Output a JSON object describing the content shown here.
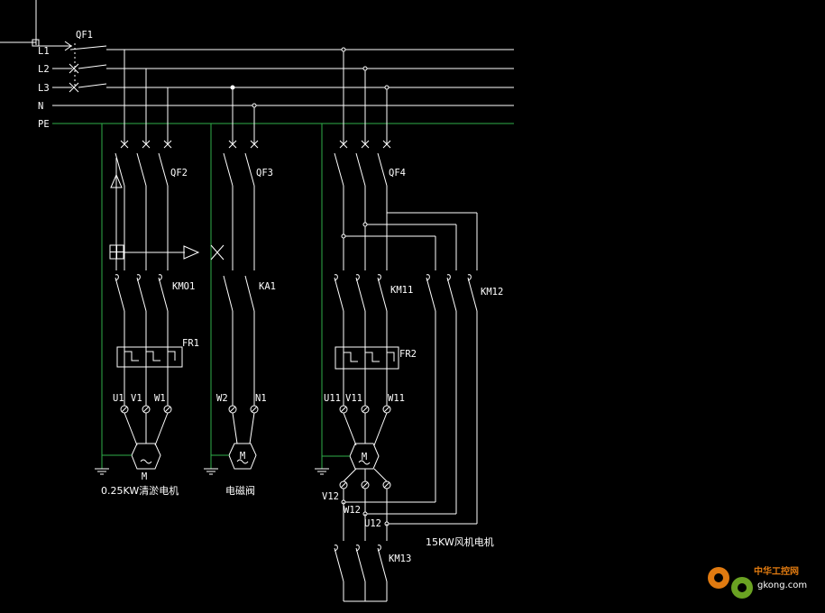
{
  "bus": {
    "labels": [
      "L1",
      "L2",
      "L3",
      "N",
      "PE"
    ],
    "breaker": "QF1"
  },
  "branches": {
    "pump": {
      "breaker": "QF2",
      "contactor": "KMO1",
      "overload": "FR1",
      "terminals": [
        "U1",
        "V1",
        "W1"
      ],
      "motor": "M",
      "caption": "0.25KW清淤电机"
    },
    "valve": {
      "breaker": "QF3",
      "relay": "KA1",
      "terminals": [
        "W2",
        "N1"
      ],
      "motor": "M",
      "caption": "电磁阀"
    },
    "fan": {
      "breaker": "QF4",
      "contactor_a": "KM11",
      "contactor_b": "KM12",
      "contactor_c": "KM13",
      "overload": "FR2",
      "terminals_top": [
        "U11",
        "V11",
        "W11"
      ],
      "terminals_bottom": [
        "V12",
        "W12",
        "U12"
      ],
      "motor": "M",
      "caption": "15KW风机电机"
    }
  },
  "watermark": {
    "text_top": "中华工控网",
    "text_bottom": "gkong.com"
  },
  "colors": {
    "background": "#000000",
    "wire": "#ffffff",
    "pe_wire": "#2fae4a",
    "watermark": "#e07a10"
  }
}
